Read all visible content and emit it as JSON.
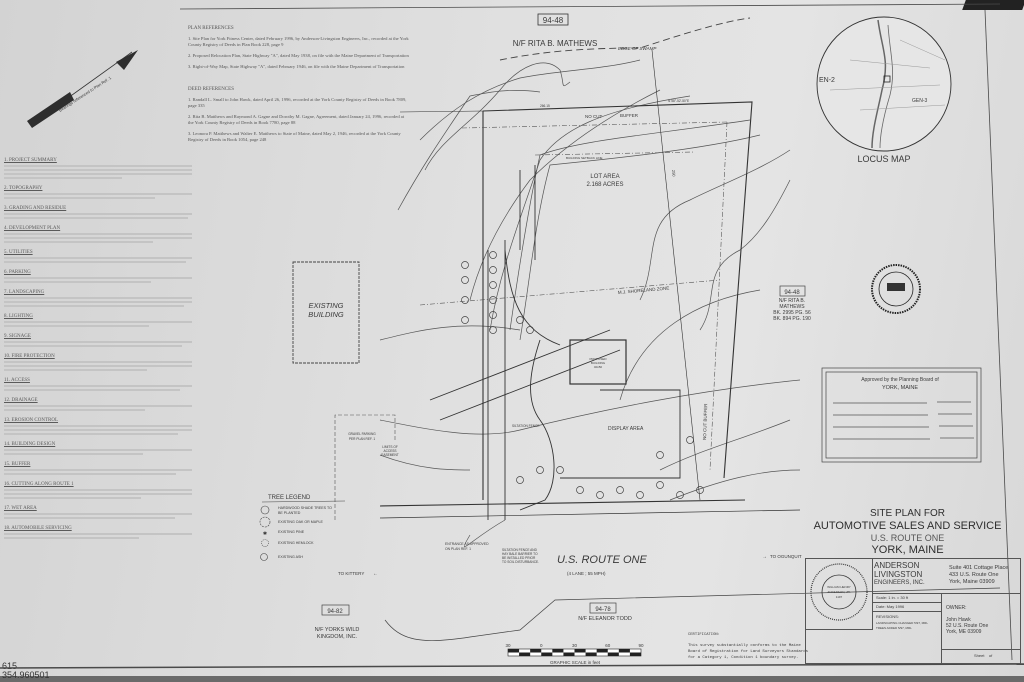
{
  "north_arrow": {
    "caption": "Bearings referenced to Plan Ref. 1"
  },
  "plan_references": {
    "title": "PLAN REFERENCES",
    "items": [
      "1. Site Plan for York Fitness Center, dated February 1996, by Anderson-Livingston Engineers, Inc., recorded at the York County Registry of Deeds in Plan Book 228, page 9",
      "2. Proposed Relocation Plan, State Highway \"A\", dated May 1938, on file with the Maine Department of Transportation",
      "3. Right-of-Way Map, State Highway \"A\", dated February 1946, on file with the Maine Department of Transportation"
    ]
  },
  "deed_references": {
    "title": "DEED REFERENCES",
    "items": [
      "1. Randall L. Small to John Hawk, dated April 26, 1996, recorded at the York County Registry of Deeds in Book 7809, page 335",
      "2. Rita B. Matthews and Raymond A. Gagne and Dorothy M. Gagne, Agreement, dated January 24, 1996, recorded at the York County Registry of Deeds in Book 7780, page 88",
      "3. Leonora P. Matthews and Walter E. Matthews to State of Maine, dated May 2, 1946, recorded at the York County Registry of Deeds in Book 1054, page 248"
    ]
  },
  "notes": [
    {
      "heading": "1. PROJECT SUMMARY"
    },
    {
      "heading": "2. TOPOGRAPHY"
    },
    {
      "heading": "3. GRADING AND RESIDUE"
    },
    {
      "heading": "4. DEVELOPMENT PLAN"
    },
    {
      "heading": "5. UTILITIES"
    },
    {
      "heading": "6. PARKING"
    },
    {
      "heading": "7. LANDSCAPING"
    },
    {
      "heading": "8. LIGHTING"
    },
    {
      "heading": "9. SIGNAGE"
    },
    {
      "heading": "10. FIRE PROTECTION"
    },
    {
      "heading": "11. ACCESS"
    },
    {
      "heading": "12. DRAINAGE"
    },
    {
      "heading": "13. EROSION CONTROL"
    },
    {
      "heading": "14. BUILDING DESIGN"
    },
    {
      "heading": "15. BUFFER"
    },
    {
      "heading": "16. CUTTING ALONG ROUTE 1"
    },
    {
      "heading": "17. WET AREA"
    },
    {
      "heading": "18. AUTOMOBILE SERVICING"
    }
  ],
  "bottom_left": {
    "line1": "615",
    "line2": "354.960501"
  },
  "plan": {
    "parcel_north": {
      "id": "94-48",
      "owner": "N/F RITA B. MATHEWS"
    },
    "edge_of_swamp": "EDGE OF SWAMP",
    "no_cut": "NO CUT",
    "buffer": "BUFFER",
    "building_setback": "BUILDING SETBACK LINE",
    "lot_area": {
      "line1": "LOT AREA",
      "line2": "2.168 ACRES"
    },
    "shoreland_zone": "M.J. SHORELAND ZONE",
    "existing_building": {
      "line1": "EXISTING",
      "line2": "BUILDING"
    },
    "proposed_building": {
      "line1": "PROPOSED",
      "line2": "BUILDING",
      "line3": "40x50"
    },
    "display_area": "DISPLAY AREA",
    "no_cut_buffer": "NO CUT BUFFER",
    "siltation_fence": "SILTATION FENCE",
    "gravel_parking": {
      "line1": "GRAVEL PARKING",
      "line2": "PER PLAN REF. 1"
    },
    "access_easement": {
      "line1": "LIMITS OF",
      "line2": "ACCESS",
      "line3": "EASEMENT"
    },
    "entrance": {
      "line1": "ENTRANCE AS APPROVED",
      "line2": "ON PLAN REF. 1"
    },
    "siltation_note": {
      "line1": "SILTATION FENCE AND",
      "line2": "HAY BALE BARRIER TO",
      "line3": "BE INSTALLED PRIOR",
      "line4": "TO SOIL DISTURBANCE."
    },
    "road": {
      "name": "U.S. ROUTE ONE",
      "detail": "(4 LANE ; 55 MPH)"
    },
    "to_kittery": "TO KITTERY",
    "to_ogunquit": "TO OGUNQUIT",
    "parcel_east": {
      "id": "94-48",
      "owner1": "N/F RITA B.",
      "owner2": "MATHEWS",
      "bk1": "BK. 2995 PG. 56",
      "bk2": "BK. 894 PG. 190"
    },
    "parcel_sw": {
      "id": "94-82",
      "owner1": "N/F YORKS WILD",
      "owner2": "KINGDOM, INC."
    },
    "parcel_s": {
      "id": "94-78",
      "owner": "N/F ELEANOR TODD"
    },
    "bearing_north": "N 58°-52'-50\"E",
    "distance_north": "266.15",
    "distance_east": "250",
    "contours": [
      "106",
      "104",
      "102",
      "106",
      "108",
      "110",
      "112",
      "114",
      "116",
      "118",
      "120",
      "122",
      "100",
      "98",
      "100"
    ]
  },
  "tree_legend": {
    "title": "TREE LEGEND",
    "items": [
      {
        "icon": "hardwood-tree-icon",
        "label1": "HARDWOOD SHADE TREES TO",
        "label2": "BE PLANTED"
      },
      {
        "icon": "oak-maple-icon",
        "label1": "EXISTING OAK OR MAPLE",
        "label2": ""
      },
      {
        "icon": "pine-icon",
        "label1": "EXISTING PINE",
        "label2": ""
      },
      {
        "icon": "hemlock-icon",
        "label1": "EXISTING HEMLOCK",
        "label2": ""
      },
      {
        "icon": "ash-icon",
        "label1": "EXISTING ASH",
        "label2": ""
      }
    ]
  },
  "graphic_scale": {
    "ticks": [
      "30",
      "0",
      "30",
      "60",
      "90"
    ],
    "caption": "GRAPHIC SCALE in feet"
  },
  "certification": {
    "title": "CERTIFICATION:",
    "line1": "This survey substantially conforms to the Maine",
    "line2": "Board of Registration for Land Surveyors Standards",
    "line3": "for a Category 1, Condition 1 boundary survey."
  },
  "locus_map": {
    "title": "LOCUS MAP",
    "zone1": "EN-2",
    "zone2": "GEN-3"
  },
  "approval": {
    "line1": "Approved by the Planning Board of",
    "line2": "YORK, MAINE"
  },
  "title": {
    "line1": "SITE PLAN FOR",
    "line2": "AUTOMOTIVE SALES AND SERVICE",
    "line3": "U.S. ROUTE ONE",
    "line4": "YORK, MAINE"
  },
  "title_block": {
    "seal": {
      "top": "STATE OF MAINE",
      "bottom": "LAND SURVEYOR",
      "name": "WILLIAM HENRY ANDERSON, JR.",
      "number": "1197",
      "prof": "PROFESSIONAL"
    },
    "firm": {
      "line1": "ANDERSON",
      "line2": "LIVINGSTON",
      "line3": "ENGINEERS, INC."
    },
    "address": {
      "line1": "Suite 401 Cottage Place",
      "line2": "433 U.S. Route One",
      "line3": "York, Maine 03909"
    },
    "scale": "Scale: 1 in. = 30 ft",
    "date": "Date: May 1996",
    "revisions_label": "REVISIONS:",
    "revisions": [
      "LANDSCAPING CHANGED 5/97, MRL",
      "TREES ADDED 5/97, MRL"
    ],
    "owner_label": "OWNER:",
    "owner": {
      "line1": "John Hawk",
      "line2": "52 U.S. Route One",
      "line3": "York, ME 03909"
    },
    "sheet": "Sheet    of"
  },
  "colors": {
    "paper": "#e0e0e0",
    "ink": "#3a3a3a"
  }
}
